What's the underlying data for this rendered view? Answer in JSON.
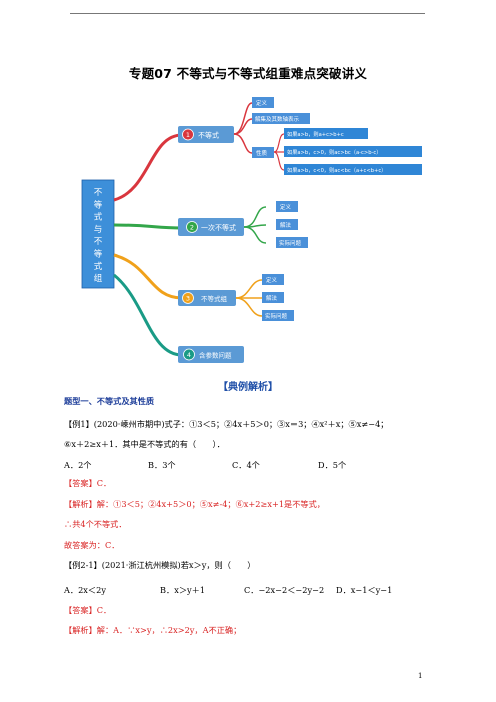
{
  "title": "专题07 不等式与不等式组重难点突破讲义",
  "mindmap": {
    "root": [
      "不",
      "等",
      "式",
      "与",
      "不",
      "等",
      "式",
      "组"
    ],
    "branches": [
      {
        "num": "1",
        "label": "不等式",
        "color": "#d9363e"
      },
      {
        "num": "2",
        "label": "一次不等式",
        "color": "#33a64a"
      },
      {
        "num": "3",
        "label": "不等式组",
        "color": "#f0a11b"
      },
      {
        "num": "4",
        "label": "含参数问题",
        "color": "#1a9b86"
      }
    ],
    "b1_leaves": [
      "定义",
      "解集及其数轴表示",
      "性质"
    ],
    "b1_props": [
      "如果a>b，则a+c>b+c",
      "如果a>b，c>0，则ac>bc（a-c>b-c）",
      "如果a>b，c<0，则ac<bc（a+c<b+c）"
    ],
    "b2_leaves": [
      "定义",
      "解法",
      "实际问题"
    ],
    "b3_leaves": [
      "定义",
      "解法",
      "实际问题"
    ]
  },
  "section_heading": "【典例解析】",
  "type_heading": "题型一、不等式及其性质",
  "ex1": {
    "label": "【例1】",
    "source": "(2020·嵊州市期中)",
    "stem": "式子：①3＜5；②4x＋5＞0；③x＝3；④x²＋x；⑤x≠−4；",
    "stem2": "⑥x＋2≥x＋1．其中是不等式的有（　　）．",
    "options": [
      "A．2个",
      "B．3个",
      "C．4个",
      "D．5个"
    ],
    "answer_label": "【答案】",
    "answer": "C．",
    "analysis_label": "【解析】",
    "analysis": "解：①3＜5；②4x+5＞0；⑤x≠-4；⑥x+2≥x+1是不等式，",
    "conclusion": "∴共4个不等式．",
    "final": "故答案为：C．"
  },
  "ex2": {
    "label": "【例2-1】",
    "source": "(2021·浙江杭州模拟)",
    "stem": "若x＞y，则（　　）",
    "options": [
      "A．2x＜2y",
      "B．x＞y＋1",
      "C．−2x−2＜−2y−2",
      "D．x−1＜y−1"
    ],
    "answer_label": "【答案】",
    "answer": "C．",
    "analysis_label": "【解析】",
    "analysis": "解：A．∵x>y，∴2x>2y，A不正确；"
  },
  "page_number": "1"
}
